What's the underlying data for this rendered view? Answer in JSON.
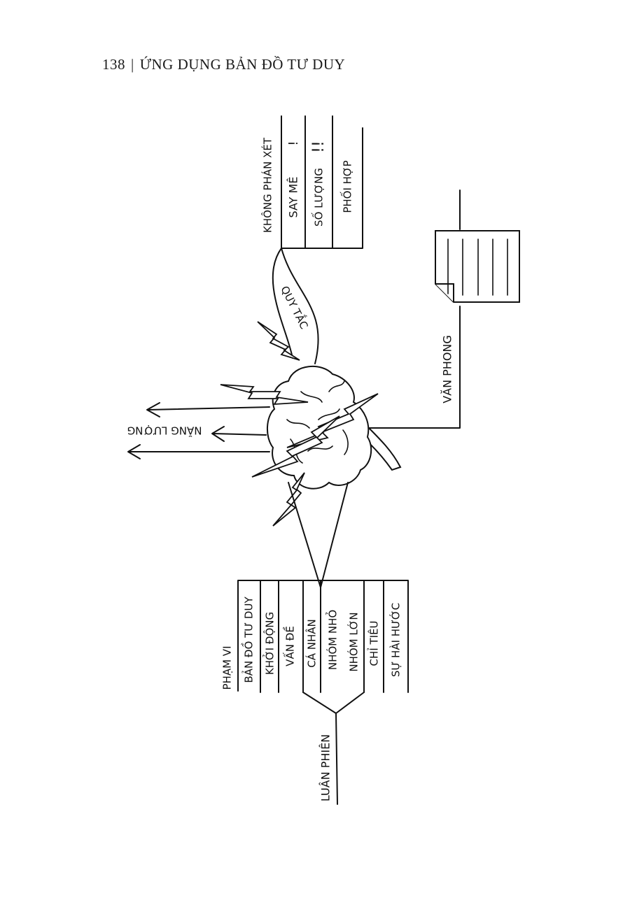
{
  "header": {
    "page_number": "138",
    "separator": "|",
    "book_title": "ỨNG DỤNG BẢN ĐỒ TƯ DUY"
  },
  "mindmap": {
    "rules_branch": {
      "label": "QUY TẮC",
      "items": [
        "KHÔNG PHÁN XÉT",
        "SAY MÊ",
        "SỐ LƯỢNG",
        "PHỐI HỢP"
      ],
      "marks": [
        "!",
        "!!"
      ]
    },
    "office_branch": {
      "label": "VĂN PHONG"
    },
    "energy_branch": {
      "label": "NĂNG LƯỢNG"
    },
    "scope_branch": {
      "items": [
        "PHẠM VI",
        "BẢN ĐỒ TƯ DUY",
        "KHỞI ĐỘNG",
        "VẤN ĐỀ",
        "CÁ NHÂN",
        "NHÓM NHỎ",
        "NHÓM LỚN",
        "CHỈ TIÊU",
        "SỰ HÀI HƯỚC"
      ]
    },
    "rotation_branch": {
      "label": "LUÂN PHIÊN"
    }
  }
}
